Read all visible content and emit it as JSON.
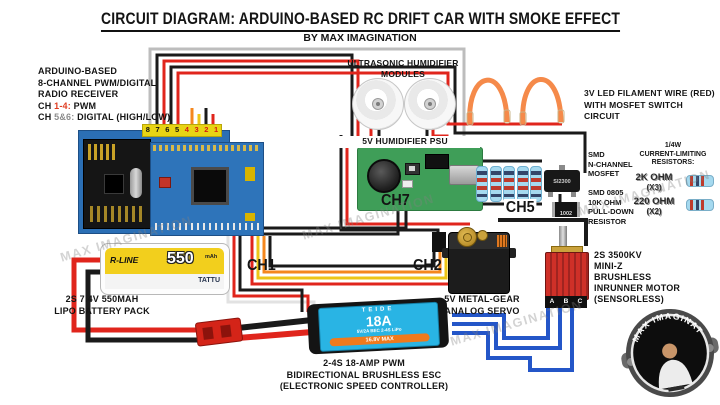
{
  "header": {
    "title": "CIRCUIT DIAGRAM: ARDUINO-BASED RC DRIFT CAR WITH SMOKE EFFECT",
    "subtitle": "BY MAX IMAGINATION"
  },
  "watermark": {
    "text": "MAX IMAGINATION"
  },
  "receiver": {
    "label": [
      "ARDUINO-BASED",
      "8-CHANNEL PWM/DIGITAL",
      "RADIO RECEIVER"
    ],
    "ch14_pre": "CH ",
    "ch14_hl": "1-4:",
    "ch14_post": " PWM",
    "ch56_pre": "CH ",
    "ch56_hl": "5&6:",
    "ch56_post": " DIGITAL (HIGH/LOW)",
    "pins": [
      "8",
      "7",
      "6",
      "5",
      "4",
      "3",
      "2",
      "1"
    ]
  },
  "battery": {
    "sticker": {
      "brand": "R-LINE",
      "capacity": "550",
      "unit": "mAh",
      "maker": "TATTU"
    },
    "label": [
      "2S 7.4V 550MAH",
      "LIPO BATTERY PACK"
    ]
  },
  "channels": {
    "ch1": "CH1",
    "ch2": "CH2",
    "ch5": "CH5",
    "ch7": "CH7"
  },
  "humidifier": {
    "modules_label": [
      "ULTRASONIC HUMIDIFIER",
      "MODULES"
    ],
    "psu_label": "5V HUMIDIFIER PSU"
  },
  "led": {
    "label": [
      "3V LED FILAMENT WIRE (RED)",
      "WITH MOSFET SWITCH CIRCUIT"
    ]
  },
  "mosfet": {
    "chip_marking": "SI2300",
    "label": [
      "SMD",
      "N-CHANNEL",
      "MOSFET"
    ],
    "pulldown_marking": "1002",
    "pulldown_label": [
      "SMD 0805",
      "10K OHM",
      "PULL-DOWN",
      "RESISTOR"
    ]
  },
  "current_limiting": {
    "title": [
      "1/4W",
      "CURRENT-LIMITING",
      "RESISTORS:"
    ],
    "r1_value": "2K OHM",
    "r1_qty": "(X3)",
    "r2_value": "220 OHM",
    "r2_qty": "(X2)"
  },
  "servo": {
    "label": [
      "5V METAL-GEAR",
      "ANALOG SERVO"
    ]
  },
  "motor": {
    "label": [
      "2S 3500KV",
      "MINI-Z",
      "BRUSHLESS",
      "INRUNNER MOTOR",
      "(SENSORLESS)"
    ],
    "terminals": [
      "A",
      "B",
      "C"
    ]
  },
  "esc": {
    "sticker": {
      "brand": "TEIDE",
      "amps": "18A",
      "spec": "5V/2A BEC  2-4S LiPo",
      "max_strip": "16.8V MAX"
    },
    "label": [
      "2-4S 18-AMP PWM",
      "BIDIRECTIONAL BRUSHLESS ESC",
      "(ELECTRONIC SPEED CONTROLLER)"
    ]
  },
  "logo": {
    "text": "MAX IMAGINATION"
  },
  "colors": {
    "wire_red": "#e0251c",
    "wire_black": "#1a1a1a",
    "wire_gray": "#bdbdbd",
    "wire_orange": "#f5871e",
    "wire_yellow": "#edc517",
    "wire_blue": "#2456c8",
    "filament_orange": "#f58a4a",
    "accent_red": "#e03c20",
    "accent_gray": "#8c8c8c",
    "pcb_blue": "#2b6fb5",
    "pcb_green": "#3f9e58",
    "sticker_blue": "#29b4e4",
    "battery_yellow": "#f2cf1d"
  }
}
